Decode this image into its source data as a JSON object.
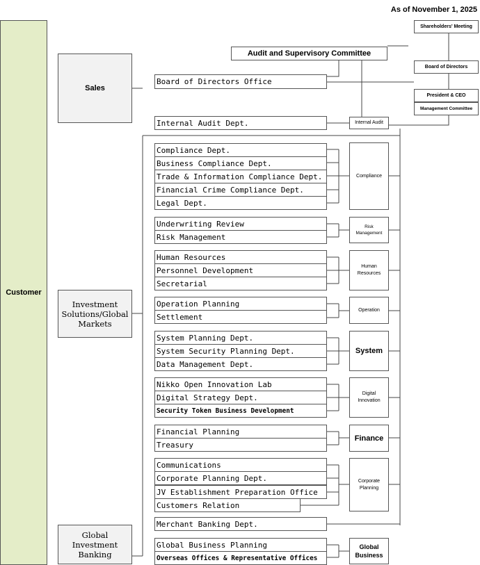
{
  "date_label": "As of November 1, 2025",
  "customer": "Customer",
  "sales": "Sales",
  "investment_solutions": "Investment Solutions/Global Markets",
  "global_investment_banking": "Global Investment Banking",
  "governance": {
    "shareholders_meeting": "Shareholders' Meeting",
    "audit_committee": "Audit and Supervisory Committee",
    "board_of_directors": "Board of Directors",
    "president_ceo": "President & CEO",
    "management_committee": "Management Committee",
    "board_office": "Board of Directors Office",
    "internal_audit_dept": "Internal Audit Dept.",
    "internal_audit": "Internal Audit"
  },
  "groups": {
    "compliance": {
      "label": "Compliance",
      "depts": [
        "Compliance Dept.",
        "Business Compliance Dept.",
        "Trade & Information Compliance Dept.",
        "Financial Crime Compliance Dept.",
        "Legal Dept."
      ]
    },
    "risk": {
      "label": "Risk Management",
      "depts": [
        "Underwriting Review",
        "Risk Management"
      ]
    },
    "hr": {
      "label": "Human Resources",
      "depts": [
        "Human Resources",
        "Personnel Development",
        "Secretarial"
      ]
    },
    "operation": {
      "label": "Operation",
      "depts": [
        "Operation Planning",
        "Settlement"
      ]
    },
    "system": {
      "label": "System",
      "depts": [
        "System Planning Dept.",
        "System Security Planning Dept.",
        "Data Management Dept."
      ]
    },
    "digital": {
      "label": "Digital Innovation",
      "depts": [
        "Nikko Open Innovation Lab",
        "Digital Strategy Dept.",
        "Security Token Business Development"
      ]
    },
    "finance": {
      "label": "Finance",
      "depts": [
        "Financial Planning",
        "Treasury"
      ]
    },
    "corporate": {
      "label": "Corporate Planning",
      "depts": [
        "Communications",
        "Corporate Planning Dept.",
        "JV Establishment Preparation Office",
        "Customers Relation"
      ]
    },
    "merchant": {
      "depts": [
        "Merchant Banking Dept."
      ]
    },
    "global": {
      "label": "Global Business",
      "depts": [
        "Global Business Planning",
        "Overseas Offices & Representative Offices"
      ]
    }
  }
}
